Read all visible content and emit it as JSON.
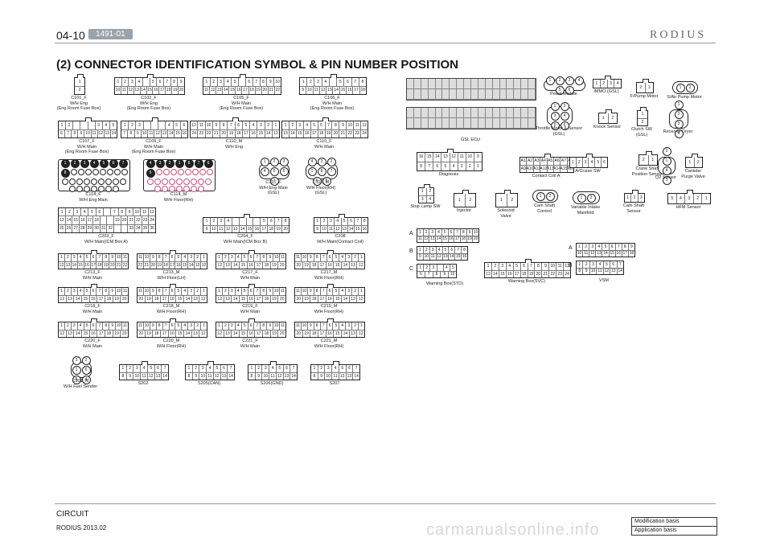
{
  "header": {
    "page": "04-10",
    "badge": "1491-01",
    "logo": "RODIUS"
  },
  "title": "(2) CONNECTOR IDENTIFICATION SYMBOL & PIN NUMBER POSITION",
  "footer": {
    "section": "CIRCUIT",
    "model": "RODIUS 2013.02",
    "mod_basis": "Modification basis",
    "app_basis": "Application basis",
    "watermark": "carmanualsonline.info"
  },
  "connectors": [
    {
      "id": "c101f",
      "cap": "C101_F\nW/H Eng\n(Eng Room Fuse Box)",
      "rows": [
        [
          "1"
        ],
        [
          "2"
        ]
      ]
    },
    {
      "id": "c102f",
      "cap": "C102_F\nW/H Eng\n(Eng Room Fuse Box)",
      "rows": [
        [
          "1",
          "2",
          "3",
          "4",
          "",
          "5",
          "6",
          "7",
          "8",
          "9"
        ],
        [
          "10",
          "11",
          "12",
          "13",
          "14",
          "15",
          "16",
          "17",
          "18",
          "19",
          "20"
        ]
      ]
    },
    {
      "id": "c105f",
      "cap": "C105_F\nW/H Main\n(Eng Room Fuse Box)",
      "rows": [
        [
          "1",
          "2",
          "3",
          "4",
          "5",
          "",
          "6",
          "7",
          "8",
          "9",
          "10"
        ],
        [
          "11",
          "12",
          "13",
          "14",
          "15",
          "16",
          "17",
          "18",
          "19",
          "20",
          "21",
          "22"
        ]
      ]
    },
    {
      "id": "c106f",
      "cap": "C106_F\nW/H Main\n(Eng Room Fuse Box)",
      "rows": [
        [
          "1",
          "2",
          "3",
          "4",
          "",
          "5",
          "6",
          "7",
          "8"
        ],
        [
          "9",
          "10",
          "11",
          "12",
          "13",
          "14",
          "15",
          "16",
          "17",
          "18"
        ]
      ]
    },
    {
      "id": "c107f",
      "cap": "C107_F\nW/H Main\n(Eng Room Fuse Box)",
      "rows": [
        [
          "1",
          "2",
          "",
          "",
          "",
          "3",
          "4",
          "5"
        ],
        [
          "6",
          "7",
          "8",
          "9",
          "10",
          "11",
          "12",
          "13",
          "14"
        ]
      ]
    },
    {
      "id": "c109f",
      "cap": "C109_F\nW/H Main\n(Eng Room Fuse Box)",
      "rows": [
        [
          "1",
          "2",
          "3",
          "",
          "",
          "",
          "4",
          "5",
          "6"
        ],
        [
          "7",
          "8",
          "9",
          "10",
          "11",
          "12",
          "13",
          "14",
          "15",
          "16"
        ]
      ]
    },
    {
      "id": "c110m",
      "cap": "C110_M\nW/H Eng",
      "rows": [
        [
          "12",
          "11",
          "10",
          "9",
          "8",
          "7",
          "6",
          "5",
          "4",
          "3",
          "2",
          "1"
        ],
        [
          "24",
          "23",
          "22",
          "21",
          "20",
          "19",
          "18",
          "17",
          "16",
          "15",
          "14",
          "13"
        ]
      ]
    },
    {
      "id": "c110f",
      "cap": "C110_F\nW/H Main",
      "rows": [
        [
          "1",
          "2",
          "3",
          "4",
          "5",
          "6",
          "7",
          "8",
          "9",
          "10",
          "11",
          "12"
        ],
        [
          "13",
          "14",
          "15",
          "16",
          "17",
          "18",
          "19",
          "20",
          "21",
          "22",
          "23",
          "24"
        ]
      ]
    },
    {
      "id": "c114f",
      "cap": "C114_F\nW/H Eng Main",
      "rows": []
    },
    {
      "id": "c114m",
      "cap": "C114_M\nW/H Floor(RH)",
      "rows": []
    },
    {
      "id": "c115f",
      "cap": "C115_F\nW/H Eng Main\n(GSL)",
      "rows": []
    },
    {
      "id": "c115m",
      "cap": "C115_M\nW/H Floor(RH)\n(GSL)",
      "rows": []
    },
    {
      "id": "c203f",
      "cap": "C203_F\nW/H Main(ICM Box A)",
      "rows": []
    },
    {
      "id": "c204f",
      "cap": "C204_F\nW/H Main(ICM Box B)",
      "rows": [
        [
          "1",
          "2",
          "3",
          "4",
          "",
          "",
          "",
          "",
          "5",
          "6",
          "7",
          "8"
        ],
        [
          "9",
          "10",
          "11",
          "12",
          "13",
          "14",
          "15",
          "16",
          "17",
          "18",
          "19",
          "20"
        ]
      ]
    },
    {
      "id": "c208",
      "cap": "C208\nW/H Main(Contact Coil)",
      "rows": [
        [
          "1",
          "2",
          "3",
          "4",
          "5",
          "6",
          "7",
          "8"
        ],
        [
          "9",
          "10",
          "11",
          "12",
          "13",
          "14",
          "15",
          "16"
        ]
      ]
    },
    {
      "id": "c213f",
      "cap": "C213_F\nW/H Main",
      "rows": [
        [
          "1",
          "2",
          "3",
          "4",
          "5",
          "6",
          "7",
          "8",
          "9",
          "10",
          "11"
        ],
        [
          "12",
          "13",
          "14",
          "15",
          "16",
          "17",
          "18",
          "19",
          "20",
          "21",
          "22"
        ]
      ]
    },
    {
      "id": "c213m",
      "cap": "C213_M\nW/H Floor(LH)",
      "rows": [
        [
          "11",
          "10",
          "9",
          "8",
          "7",
          "6",
          "5",
          "4",
          "3",
          "2",
          "1"
        ],
        [
          "22",
          "21",
          "20",
          "19",
          "18",
          "17",
          "16",
          "15",
          "14",
          "13",
          "12"
        ]
      ]
    },
    {
      "id": "c217f",
      "cap": "C217_F\nW/H Main",
      "rows": [
        [
          "1",
          "2",
          "3",
          "4",
          "5",
          "6",
          "7",
          "8",
          "9",
          "10",
          "11"
        ],
        [
          "12",
          "13",
          "14",
          "15",
          "16",
          "17",
          "18",
          "19",
          "20"
        ]
      ]
    },
    {
      "id": "c217m",
      "cap": "C217_M\nW/H Floor(RH)",
      "rows": [
        [
          "11",
          "10",
          "9",
          "8",
          "7",
          "6",
          "5",
          "4",
          "3",
          "2",
          "1"
        ],
        [
          "20",
          "19",
          "18",
          "17",
          "16",
          "15",
          "14",
          "13",
          "12"
        ]
      ]
    },
    {
      "id": "c218f",
      "cap": "C218_F\nW/H Main",
      "rows": [
        [
          "1",
          "2",
          "3",
          "4",
          "5",
          "6",
          "7",
          "8",
          "9",
          "10",
          "11"
        ],
        [
          "12",
          "13",
          "14",
          "15",
          "16",
          "17",
          "18",
          "19",
          "20"
        ]
      ]
    },
    {
      "id": "c218m",
      "cap": "C218_M\nW/H Floor(RH)",
      "rows": [
        [
          "11",
          "10",
          "9",
          "8",
          "7",
          "6",
          "5",
          "4",
          "3",
          "2",
          "1"
        ],
        [
          "20",
          "19",
          "18",
          "17",
          "16",
          "15",
          "14",
          "13",
          "12"
        ]
      ]
    },
    {
      "id": "c219f",
      "cap": "C219_F\nW/H Main",
      "rows": [
        [
          "1",
          "2",
          "3",
          "4",
          "5",
          "6",
          "7",
          "8",
          "9",
          "10",
          "11"
        ],
        [
          "12",
          "13",
          "14",
          "15",
          "16",
          "17",
          "18",
          "19",
          "20"
        ]
      ]
    },
    {
      "id": "c219m",
      "cap": "C219_M\nW/H Floor(RH)",
      "rows": [
        [
          "11",
          "10",
          "9",
          "8",
          "7",
          "6",
          "5",
          "4",
          "3",
          "2",
          "1"
        ],
        [
          "20",
          "19",
          "18",
          "17",
          "16",
          "15",
          "14",
          "13",
          "12"
        ]
      ]
    },
    {
      "id": "c220f",
      "cap": "C220_F\nW/H Main",
      "rows": [
        [
          "1",
          "2",
          "3",
          "4",
          "5",
          "6",
          "7",
          "8",
          "9",
          "10",
          "11"
        ],
        [
          "12",
          "13",
          "14",
          "15",
          "16",
          "17",
          "18",
          "19",
          "20"
        ]
      ]
    },
    {
      "id": "c220m",
      "cap": "C220_M\nW/H Floor(RH)",
      "rows": [
        [
          "11",
          "10",
          "9",
          "8",
          "7",
          "6",
          "5",
          "4",
          "3",
          "2",
          "1"
        ],
        [
          "20",
          "19",
          "18",
          "17",
          "16",
          "15",
          "14",
          "13",
          "12"
        ]
      ]
    },
    {
      "id": "c221f",
      "cap": "C221_F\nW/H Main",
      "rows": [
        [
          "1",
          "2",
          "3",
          "4",
          "5",
          "6",
          "7",
          "8",
          "9",
          "10",
          "11"
        ],
        [
          "12",
          "13",
          "14",
          "15",
          "16",
          "17",
          "18",
          "19",
          "20"
        ]
      ]
    },
    {
      "id": "c221m",
      "cap": "C221_M\nW/H Floor(RH)",
      "rows": [
        [
          "11",
          "10",
          "9",
          "8",
          "7",
          "6",
          "5",
          "4",
          "3",
          "2",
          "1"
        ],
        [
          "20",
          "19",
          "18",
          "17",
          "16",
          "15",
          "14",
          "13",
          "12"
        ]
      ]
    },
    {
      "id": "c901m",
      "cap": "C901_M\nW/H Fuel Sender",
      "rows": []
    },
    {
      "id": "s202",
      "cap": "S202",
      "rows": [
        [
          "1",
          "2",
          "3",
          "4",
          "5",
          "6",
          "7"
        ],
        [
          "8",
          "9",
          "10",
          "11",
          "12",
          "13",
          "14"
        ]
      ]
    },
    {
      "id": "s205",
      "cap": "S205(CAN)",
      "rows": [
        [
          "1",
          "2",
          "3",
          "4",
          "5",
          "6",
          "7"
        ],
        [
          "8",
          "9",
          "10",
          "11",
          "12",
          "13",
          "14"
        ]
      ]
    },
    {
      "id": "s206",
      "cap": "S206(GND)",
      "rows": [
        [
          "1",
          "2",
          "3",
          "4",
          "5",
          "6",
          "7"
        ],
        [
          "8",
          "9",
          "10",
          "11",
          "12",
          "13",
          "14"
        ]
      ]
    },
    {
      "id": "s207",
      "cap": "S207",
      "rows": [
        [
          "1",
          "2",
          "3",
          "4",
          "5",
          "6",
          "7"
        ],
        [
          "8",
          "9",
          "10",
          "11",
          "12",
          "13",
          "14"
        ]
      ]
    },
    {
      "id": "gslecu",
      "cap": "GSL ECU",
      "rows": []
    },
    {
      "id": "pedal",
      "cap": "Pedal Module",
      "dots": [
        "1",
        "2",
        "3",
        "4",
        "5",
        "6"
      ]
    },
    {
      "id": "immo",
      "cap": "IMMO (GSL)",
      "rows": [
        [
          "1",
          "2",
          "3",
          "4"
        ]
      ]
    },
    {
      "id": "fpump",
      "cap": "F/Pump Motor",
      "rows": [
        [
          "2",
          "1"
        ]
      ]
    },
    {
      "id": "sair",
      "cap": "S/Air Pump Motor",
      "dots": [
        "1",
        "2"
      ]
    },
    {
      "id": "throttle",
      "cap": "Throttle Motor & Sensor\n(GSL)",
      "dots": [
        "1",
        "2",
        "3",
        "4",
        "5",
        "6"
      ]
    },
    {
      "id": "knock",
      "cap": "Knock Sensor",
      "rows": [
        [
          "1",
          "2"
        ]
      ]
    },
    {
      "id": "clutch",
      "cap": "Clutch SW\n(GSL)",
      "rows": [
        [
          "1"
        ],
        [
          "2"
        ]
      ]
    },
    {
      "id": "rdryer",
      "cap": "Receiver Dryer",
      "dots": [
        "1",
        "2",
        "3",
        "4"
      ]
    },
    {
      "id": "diag",
      "cap": "Diagnosis",
      "rows": [
        [
          "16",
          "15",
          "14",
          "13",
          "12",
          "11",
          "10",
          "9"
        ],
        [
          "8",
          "7",
          "6",
          "5",
          "4",
          "3",
          "2",
          "1"
        ]
      ]
    },
    {
      "id": "coila",
      "cap": "Contact Coil A",
      "rows": [
        [
          "A1",
          "A2",
          "A3",
          "A4",
          "A5",
          "A6",
          "A7",
          "A8"
        ],
        [
          "A9",
          "A10",
          "A11",
          "A12",
          "A13",
          "A14",
          "A15",
          "A16"
        ]
      ]
    },
    {
      "id": "acruise",
      "cap": "A/Cruise SW",
      "rows": [
        [
          "1",
          "2",
          "3",
          "4",
          "5",
          "6"
        ]
      ]
    },
    {
      "id": "crank",
      "cap": "Crank Shaft\nPosition Sensor",
      "rows": [
        [
          "2",
          "1"
        ]
      ]
    },
    {
      "id": "o2",
      "cap": "O2 Sensor",
      "dots": [
        "2",
        "1",
        "4",
        "3"
      ]
    },
    {
      "id": "canister",
      "cap": "Canister\nPurge Valve",
      "rows": [
        [
          "1",
          "2"
        ]
      ]
    },
    {
      "id": "stoplamp",
      "cap": "Stop Lamp SW",
      "rows": [
        [
          "1",
          "2"
        ],
        [
          "3",
          "4"
        ]
      ]
    },
    {
      "id": "injector",
      "cap": "Injector",
      "rows": [
        [
          "1",
          "2"
        ]
      ]
    },
    {
      "id": "solenoid",
      "cap": "Solenoid\nValve",
      "rows": [
        [
          "1",
          "2"
        ]
      ]
    },
    {
      "id": "camctrl",
      "cap": "Cam Shaft\nControl",
      "dots": [
        "1",
        "2"
      ]
    },
    {
      "id": "vim",
      "cap": "Variable Intake\nManifold",
      "dots": [
        "1",
        "2"
      ]
    },
    {
      "id": "camsens",
      "cap": "Cam Shaft\nSensor",
      "rows": [
        [
          "1",
          "2",
          "3"
        ]
      ]
    },
    {
      "id": "hfm",
      "cap": "HFM Sensor",
      "rows": [
        [
          "5",
          "4",
          "3",
          "2",
          "1"
        ]
      ]
    },
    {
      "id": "wbstd",
      "cap": "Warning Box(STD)",
      "rows": []
    },
    {
      "id": "wbsvc",
      "cap": "Warning Box(SVC)",
      "rows": [
        [
          "1",
          "2",
          "3",
          "4",
          "5",
          "6",
          "7",
          "8",
          "9",
          "10",
          "11",
          "12"
        ],
        [
          "13",
          "14",
          "15",
          "16",
          "17",
          "18",
          "19",
          "20",
          "21",
          "22",
          "23",
          "24"
        ]
      ]
    },
    {
      "id": "vsm",
      "cap": "VSM",
      "rows": []
    }
  ],
  "wb_std": {
    "a_label": "A",
    "b_label": "B",
    "c_label": "C",
    "a_rows": [
      [
        "1",
        "2",
        "3",
        "4",
        "5",
        "6",
        "7",
        "8",
        "9",
        "10"
      ],
      [
        "11",
        "12",
        "13",
        "14",
        "15",
        "16",
        "17",
        "18",
        "19",
        "20"
      ]
    ],
    "b_rows": [
      [
        "1",
        "2",
        "3",
        "4",
        "5",
        "6",
        "7",
        "8"
      ],
      [
        "9",
        "10",
        "11",
        "12",
        "13",
        "14",
        "15",
        "16"
      ]
    ],
    "c_rows": [
      [
        "1",
        "2",
        "3",
        "",
        "4",
        "5"
      ],
      [
        "6",
        "7",
        "8",
        "9",
        "10"
      ]
    ]
  },
  "vsm": {
    "a_label": "A",
    "b_label": "B",
    "a_rows": [
      [
        "1",
        "2",
        "3",
        "4",
        "5",
        "6",
        "7",
        "8",
        "9"
      ],
      [
        "10",
        "11",
        "12",
        "13",
        "14",
        "15",
        "16",
        "17",
        "18"
      ]
    ],
    "b_rows": [
      [
        "1",
        "2",
        "3",
        "4",
        "5",
        "6",
        "7"
      ],
      [
        "8",
        "9",
        "10",
        "11",
        "12",
        "13",
        "14"
      ]
    ]
  },
  "c114f_pins": [
    "1",
    "2",
    "3",
    "4",
    "5",
    "6",
    "7",
    "8"
  ],
  "c114m_pins": [
    "4",
    "3",
    "2",
    "1",
    "8",
    "7",
    "6",
    "5"
  ],
  "c115f_dots": [
    "1",
    "2",
    "3",
    "4",
    "5",
    "6",
    "7"
  ],
  "c115m_dots": [
    "4",
    "3",
    "2",
    "1",
    "8",
    "7",
    "6",
    "5"
  ],
  "c203f_rows": [
    [
      "1",
      "2",
      "3",
      "4",
      "5",
      "6",
      "",
      "7",
      "8",
      "9",
      "10",
      "11",
      "12"
    ],
    [
      "13",
      "14",
      "15",
      "16",
      "17",
      "18",
      "",
      "",
      "19",
      "20",
      "21",
      "22",
      "23",
      "24"
    ],
    [
      "25",
      "26",
      "27",
      "28",
      "29",
      "30",
      "31",
      "32",
      "",
      "",
      "33",
      "34",
      "35",
      "36"
    ]
  ],
  "c901m_dots": [
    "3",
    "2",
    "1",
    "6",
    "5",
    "4"
  ],
  "colors": {
    "ink": "#1a1a1a",
    "badge": "#9aa2ab",
    "pinkcircle": "#c8507a"
  }
}
